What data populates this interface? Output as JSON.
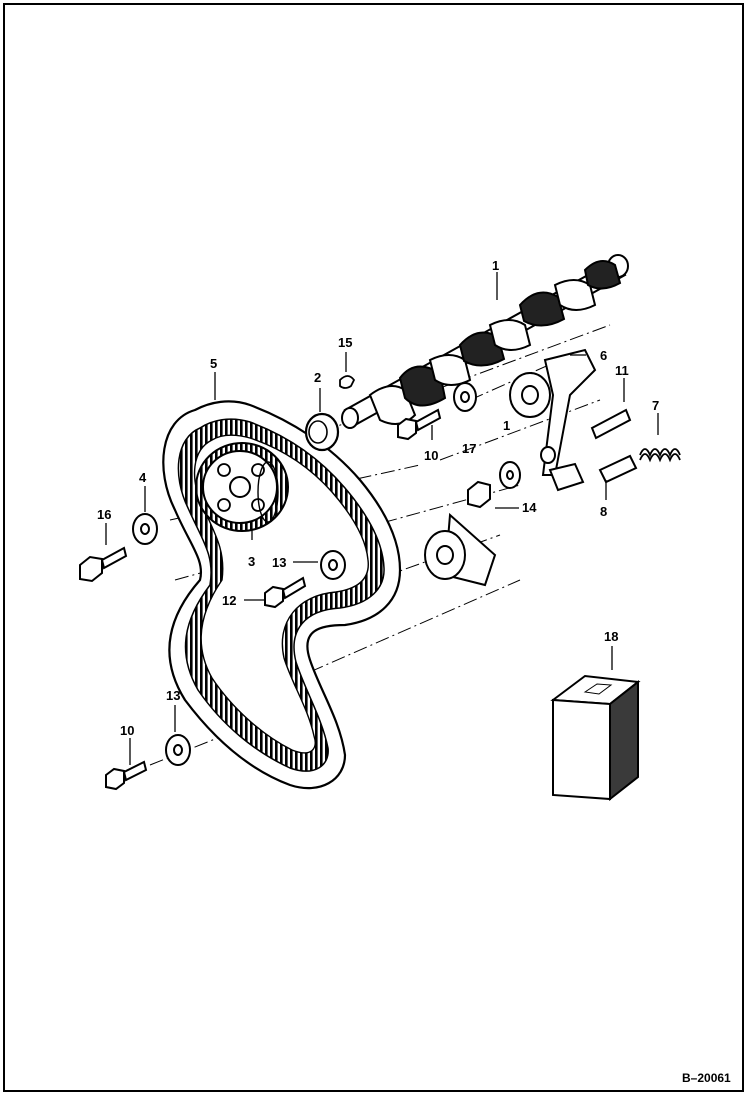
{
  "figure_ref": "B–20061",
  "callouts": [
    {
      "id": "c1",
      "text": "1"
    },
    {
      "id": "c2",
      "text": "2"
    },
    {
      "id": "c3",
      "text": "3"
    },
    {
      "id": "c4",
      "text": "4"
    },
    {
      "id": "c5",
      "text": "5"
    },
    {
      "id": "c6",
      "text": "6"
    },
    {
      "id": "c7",
      "text": "7"
    },
    {
      "id": "c8",
      "text": "8"
    },
    {
      "id": "c10a",
      "text": "10"
    },
    {
      "id": "c10b",
      "text": "10"
    },
    {
      "id": "c11",
      "text": "11"
    },
    {
      "id": "c12",
      "text": "12"
    },
    {
      "id": "c13a",
      "text": "13"
    },
    {
      "id": "c13b",
      "text": "13"
    },
    {
      "id": "c14",
      "text": "14"
    },
    {
      "id": "c15",
      "text": "15"
    },
    {
      "id": "c16",
      "text": "16"
    },
    {
      "id": "c17",
      "text": "17"
    },
    {
      "id": "c18",
      "text": "18"
    },
    {
      "id": "c19",
      "text": "1"
    }
  ],
  "colors": {
    "ink": "#000000",
    "paper": "#ffffff",
    "box_shade": "#3a3a3a"
  }
}
